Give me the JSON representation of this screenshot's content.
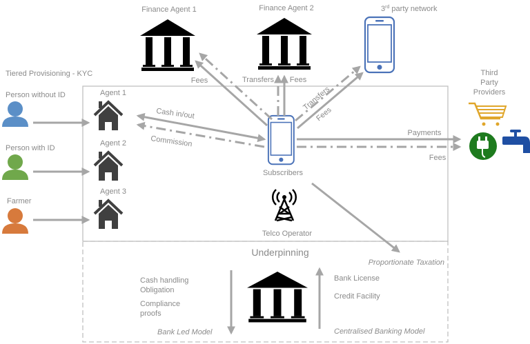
{
  "title": "Tiered Provisioning - KYC",
  "colors": {
    "phone_blue": "#4a72b8",
    "person_blue": "#5b8fc7",
    "person_green": "#70a84b",
    "person_orange": "#d77a3c",
    "house": "#404040",
    "bank": "#000000",
    "arrow": "#a6a6a6",
    "cart": "#e0a62a",
    "plug_green": "#1e7b1e",
    "tap_blue": "#1f4fa3"
  },
  "finance_agents": [
    {
      "label": "Finance Agent 1",
      "icon": "bank-icon"
    },
    {
      "label": "Finance Agent 2",
      "icon": "bank-icon"
    }
  ],
  "third_party_network": {
    "label_main": "3",
    "label_sup": "rd",
    "label_rest": " party network",
    "icon": "mobile-phone-icon"
  },
  "users": [
    {
      "label": "Person without ID",
      "icon": "person-icon"
    },
    {
      "label": "Person with ID",
      "icon": "person-icon"
    },
    {
      "label": "Farmer",
      "icon": "person-icon"
    }
  ],
  "agents": [
    {
      "label": "Agent 1",
      "icon": "house-icon"
    },
    {
      "label": "Agent 2",
      "icon": "house-icon"
    },
    {
      "label": "Agent 3",
      "icon": "house-icon"
    }
  ],
  "center": {
    "subscribers": "Subscribers",
    "telco": "Telco Operator"
  },
  "flows": {
    "fa1_fees": "Fees",
    "fa2_transfers": "Transfers",
    "fa2_fees": "Fees",
    "tpn_transfers": "Transfers",
    "tpn_fees": "Fees",
    "cash": "Cash in/out",
    "commission": "Commission",
    "payments": "Payments",
    "provider_fees": "Fees",
    "taxation": "Proportionate Taxation"
  },
  "third_party_providers": {
    "label_lines": [
      "Third",
      "Party",
      "Providers"
    ],
    "icons": [
      "shopping-cart-icon",
      "power-plug-icon",
      "water-tap-icon"
    ]
  },
  "underpinning": {
    "title": "Underpinning",
    "left_items": [
      "Cash handling",
      "Obligation",
      "Compliance",
      "proofs"
    ],
    "left_model": "Bank Led Model",
    "right_items": [
      "Bank License",
      "Credit Facility"
    ],
    "right_model": "Centralised Banking Model"
  }
}
